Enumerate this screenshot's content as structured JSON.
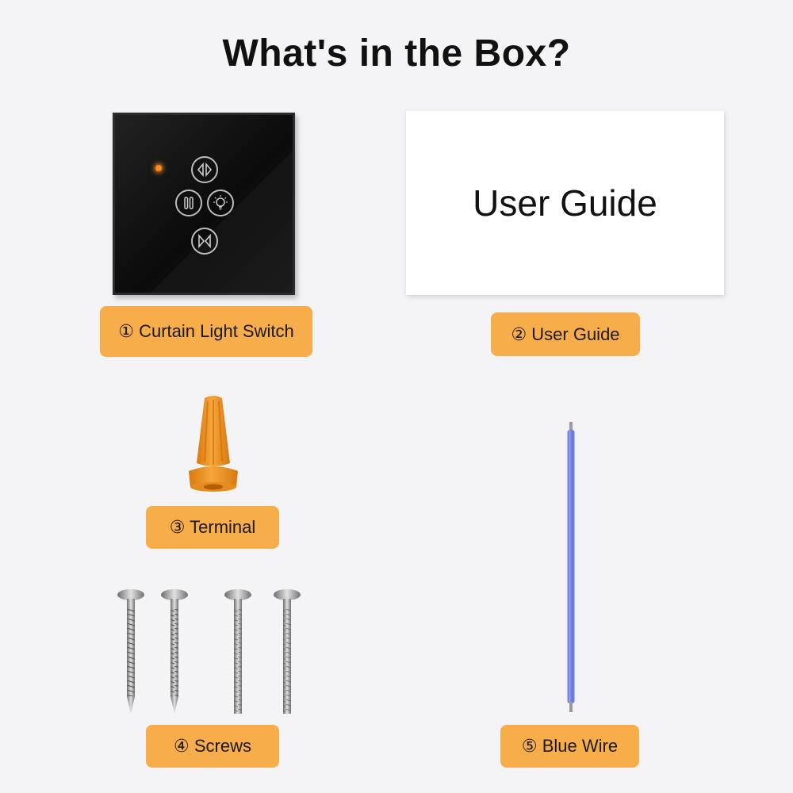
{
  "title": "What's in the Box?",
  "items": [
    {
      "label": "① Curtain Light Switch"
    },
    {
      "label": "② User Guide"
    },
    {
      "label": "③ Terminal"
    },
    {
      "label": "④ Screws"
    },
    {
      "label": "⑤ Blue Wire"
    }
  ],
  "guide_card": {
    "text": "User Guide"
  },
  "colors": {
    "label_bg": "#f7ad4a",
    "background": "#f4f4f6",
    "terminal": "#f39a1e",
    "wire": "#6b7de0",
    "panel": "#111111"
  }
}
